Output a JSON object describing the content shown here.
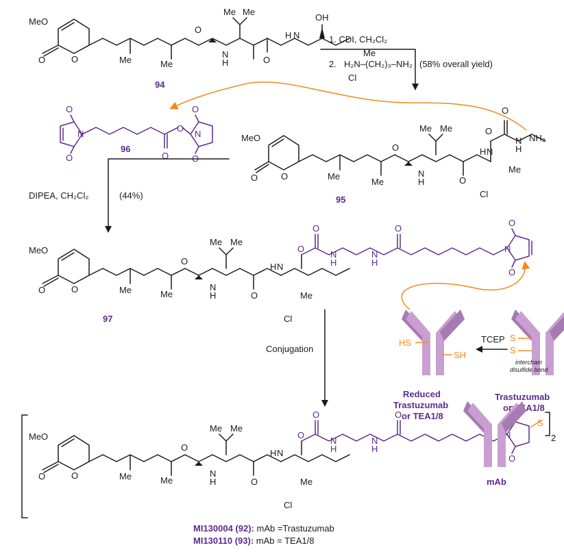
{
  "compounds": {
    "c94": "94",
    "c95": "95",
    "c96": "96",
    "c97": "97"
  },
  "reagents": {
    "step1": "1. CDI, CH₂Cl₂",
    "step2_num": "2.",
    "step2_diamine": "H₂N–(CH₂)₃–NH₂",
    "yield1": "(58% overall yield)",
    "coupling": "DIPEA, CH₂Cl₂",
    "yield2": "(44%)",
    "tcep": "TCEP",
    "conjugation": "Conjugation"
  },
  "atoms": {
    "meo": "MeO",
    "me": "Me",
    "o": "O",
    "oh": "OH",
    "h": "H",
    "n": "N",
    "nh2": "NH₂",
    "cl": "Cl",
    "hs": "HS",
    "sh": "SH",
    "s": "S",
    "sub2": "2"
  },
  "antibody": {
    "reduced_l1": "Reduced",
    "reduced_l2": "Trastuzumab",
    "reduced_l3": "or TEA1/8",
    "native_l1": "Trastuzumab",
    "native_l2": "or TEA1/8",
    "note_l1": "interchain",
    "note_l2": "disulfide bond",
    "mab": "mAb"
  },
  "products": {
    "p1_name": "MI130004 (92):",
    "p1_desc": " mAb =Trastuzumab",
    "p2_name": "MI130110 (93):",
    "p2_desc": " mAb = TEA1/8"
  },
  "colors": {
    "purple": "#5b2a8c",
    "orange": "#f08a1e",
    "antibody": "#c89fd0"
  }
}
